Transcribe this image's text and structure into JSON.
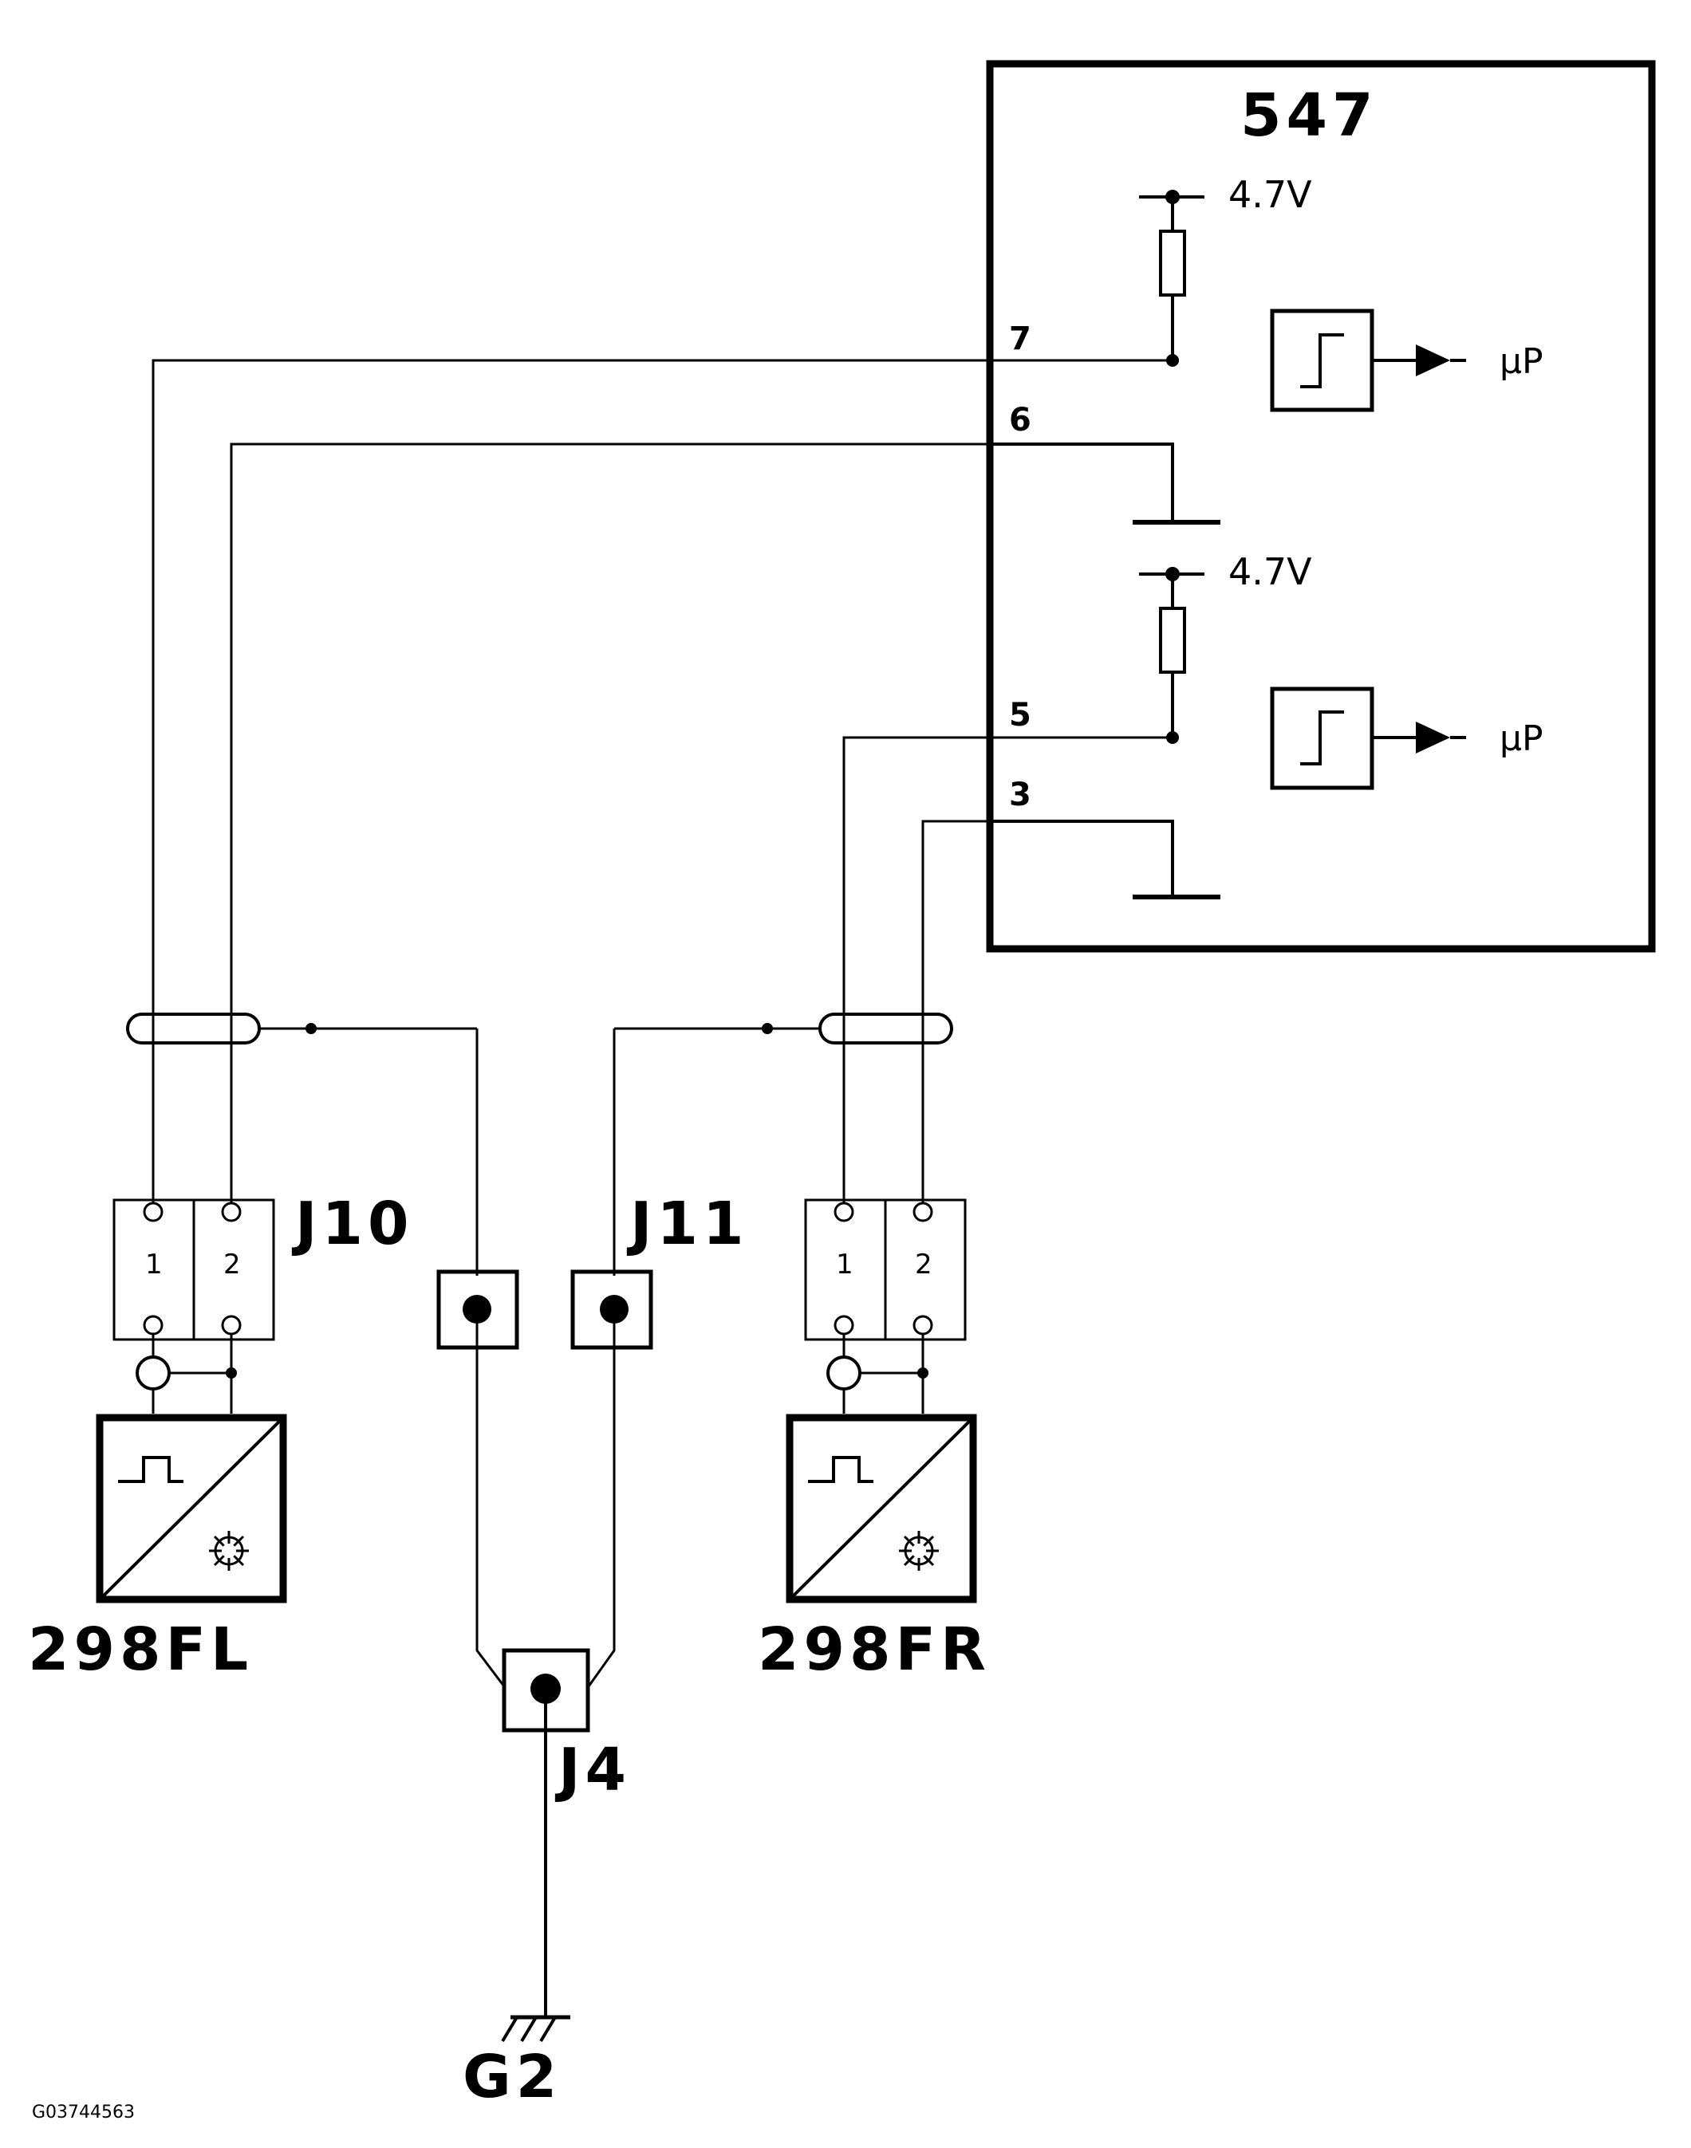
{
  "module": {
    "label": "547"
  },
  "pins": {
    "p7": "7",
    "p6": "6",
    "p5": "5",
    "p3": "3"
  },
  "voltage": {
    "upper": "4.7V",
    "lower": "4.7V"
  },
  "outputs": {
    "upper": "µP",
    "lower": "µP"
  },
  "connectors": {
    "j10": {
      "label": "J10",
      "terminals": [
        "1",
        "2"
      ]
    },
    "j11": {
      "label": "J11",
      "terminals": [
        "1",
        "2"
      ]
    },
    "j4": {
      "label": "J4"
    }
  },
  "sensors": {
    "left": "298FL",
    "right": "298FR"
  },
  "ground": {
    "label": "G2"
  },
  "figure_code": "G03744563"
}
